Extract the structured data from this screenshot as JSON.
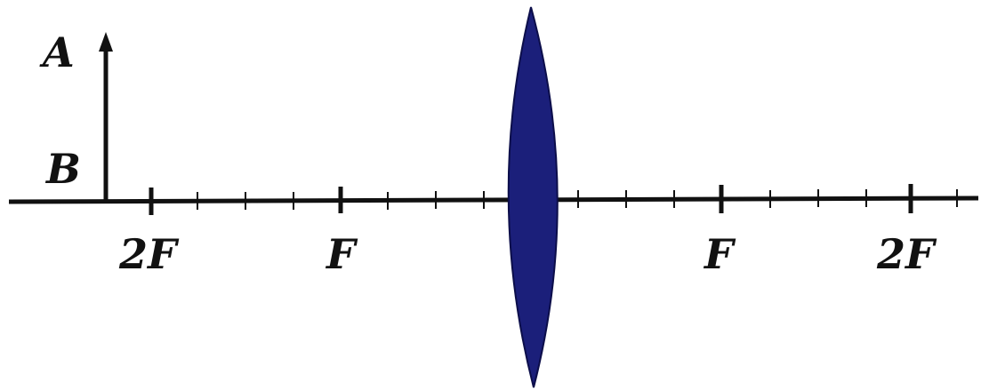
{
  "object": {
    "top_label": "A",
    "base_label": "B"
  },
  "axis_labels": {
    "left_2f": "2F",
    "left_f": "F",
    "right_f": "F",
    "right_2f": "2F"
  },
  "colors": {
    "lens_fill": "#1b1f7a",
    "lens_stroke": "#0c0e4a",
    "line": "#111111"
  }
}
